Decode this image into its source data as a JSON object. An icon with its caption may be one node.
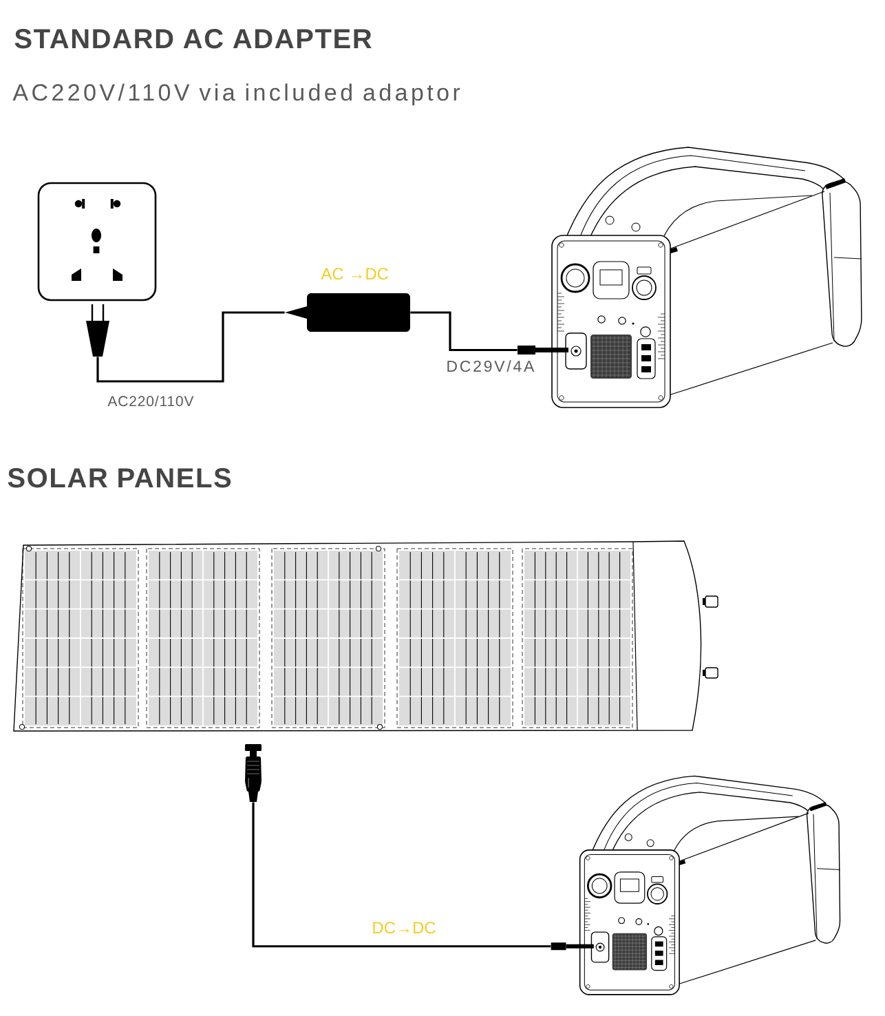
{
  "diagram": {
    "nodes": [
      {
        "text": [],
        "shape": "picture"
      },
      {
        "text": [],
        "shape": "picture"
      },
      {
        "text": [
          "AC →DC"
        ]
      },
      {
        "text": [],
        "shape": "picture"
      },
      {
        "text": [],
        "shape": "picture"
      },
      {
        "text": [],
        "shape": "picture"
      },
      {
        "text": [],
        "shape": "picture"
      }
    ],
    "edges": [
      {
        "from": 1,
        "to": 2,
        "arrow": "none",
        "label": "AC220/110V"
      },
      {
        "from": 2,
        "to": 3,
        "arrow": "none",
        "label": "DC29V/4A"
      },
      {
        "from": 5,
        "to": 6,
        "arrow": "none",
        "label": "DC→DC"
      }
    ],
    "labels": [
      "STANDARD AC ADAPTER",
      "AC220V/110V via included adaptor",
      "SOLAR PANELS"
    ]
  }
}
